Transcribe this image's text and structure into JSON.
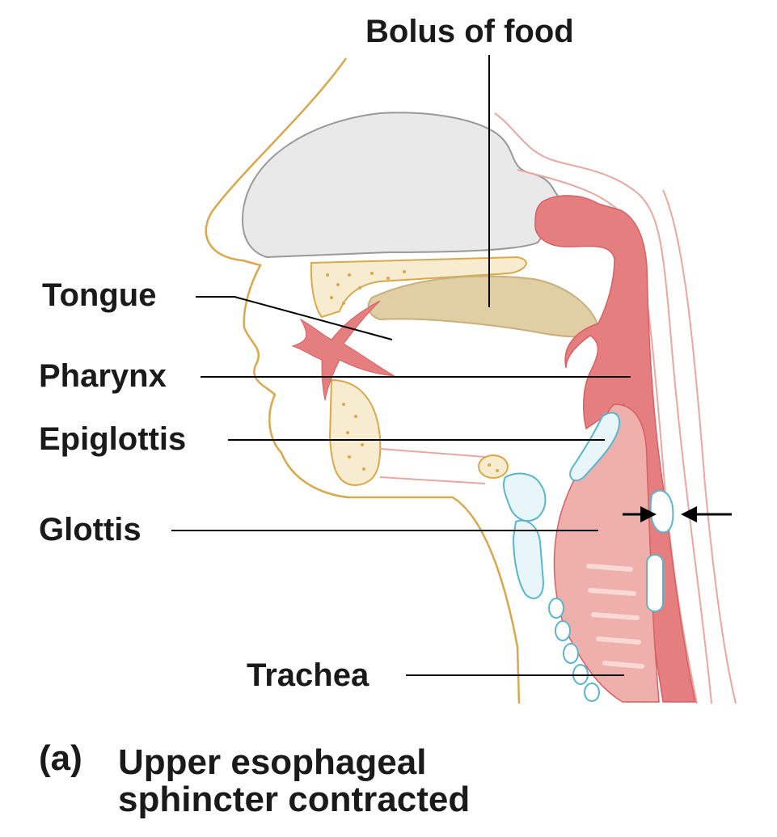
{
  "labels": {
    "bolus": "Bolus of food",
    "tongue": "Tongue",
    "pharynx": "Pharynx",
    "epiglottis": "Epiglottis",
    "glottis": "Glottis",
    "trachea": "Trachea"
  },
  "caption": {
    "letter": "(a)",
    "line1": "Upper esophageal",
    "line2": "sphincter contracted"
  },
  "colors": {
    "outline": "#d9a84a",
    "muscle": "#e57e7e",
    "muscle_dark": "#d85f65",
    "bone_fill": "#f7ecd0",
    "bolus": "#e0cfa4",
    "cartilage": "#5ab6cf",
    "nasal": "#e9e9e9"
  }
}
